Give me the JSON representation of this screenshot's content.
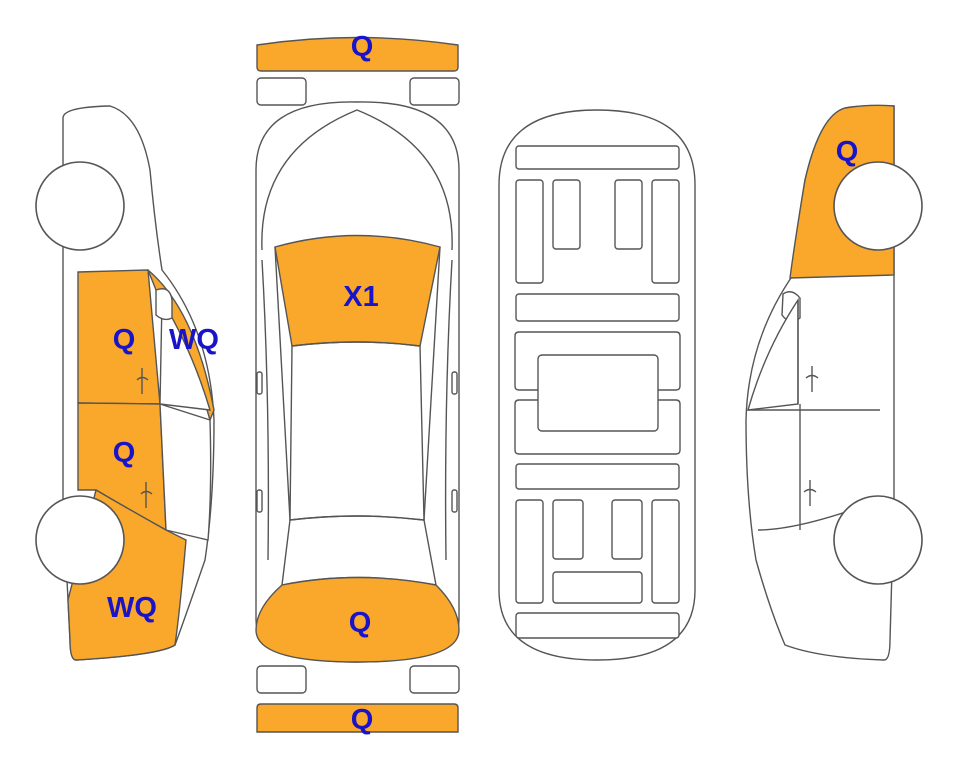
{
  "colors": {
    "damage_fill": "#F9A82C",
    "label_text": "#1A14C8",
    "outline": "#555555"
  },
  "labels": {
    "front_bumper": "Q",
    "windshield": "X1",
    "rear_window_area": "Q",
    "rear_bumper": "Q",
    "left_front_door": "Q",
    "left_rear_door": "Q",
    "left_a_pillar": "WQ",
    "left_rear_quarter": "WQ",
    "right_rear_quarter": "Q"
  }
}
